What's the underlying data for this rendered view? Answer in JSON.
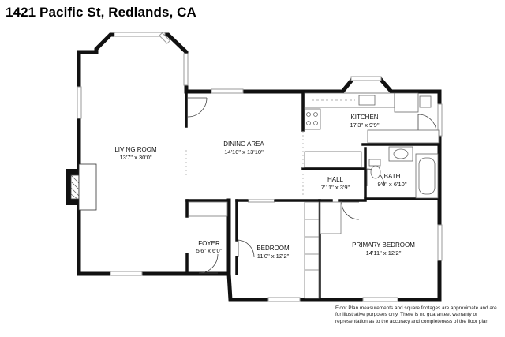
{
  "title": "1421 Pacific St, Redlands, CA",
  "rooms": [
    {
      "key": "living",
      "name": "LIVING ROOM",
      "dims": "13'7\" x 30'0\""
    },
    {
      "key": "dining",
      "name": "DINING AREA",
      "dims": "14'10\" x 13'10\""
    },
    {
      "key": "kitchen",
      "name": "KITCHEN",
      "dims": "17'3\" x 9'9\""
    },
    {
      "key": "hall",
      "name": "HALL",
      "dims": "7'11\" x 3'9\""
    },
    {
      "key": "bath",
      "name": "BATH",
      "dims": "9'0\" x 6'10\""
    },
    {
      "key": "foyer",
      "name": "FOYER",
      "dims": "5'6\" x 6'0\""
    },
    {
      "key": "bedroom",
      "name": "BEDROOM",
      "dims": "11'0\" x 12'2\""
    },
    {
      "key": "primary",
      "name": "PRIMARY BEDROOM",
      "dims": "14'11\" x 12'2\""
    }
  ],
  "disclaimer": "Floor Plan measurements and square footages are approximate and are for illustrative purposes only. There is no guarantee, warranty or representation as to the accuracy and completeness of the floor plan",
  "colors": {
    "wall": "#111111",
    "fixture": "#777777",
    "window": "#9a9a9a"
  }
}
